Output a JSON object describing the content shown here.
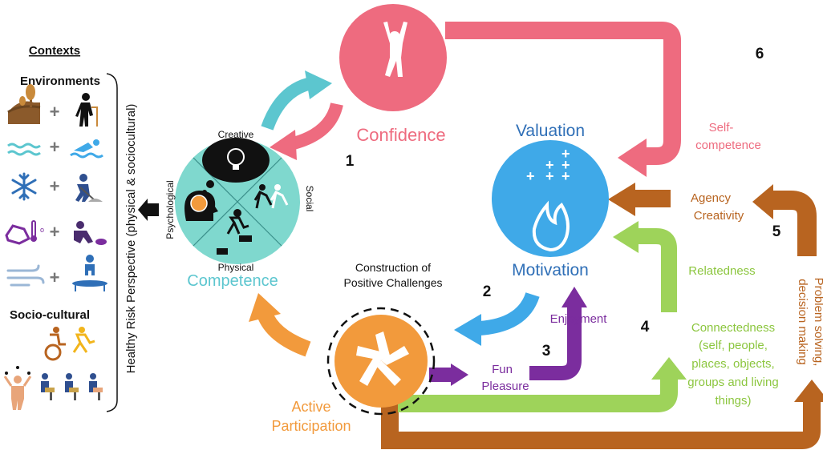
{
  "contexts": {
    "title": "Contexts",
    "environments_heading": "Environments",
    "sociocultural_heading": "Socio-cultural",
    "vertical_label": "Healthy Risk Perspective (physical & sociocultural)",
    "rows": [
      {
        "left_icon": "land-tree-icon",
        "right_icon": "elderly-walker-icon"
      },
      {
        "left_icon": "water-waves-icon",
        "right_icon": "swimmer-icon"
      },
      {
        "left_icon": "snowflake-icon",
        "right_icon": "shovelling-snow-icon"
      },
      {
        "left_icon": "terrain-thermometer-icon",
        "right_icon": "curling-icon"
      },
      {
        "left_icon": "wind-icon",
        "right_icon": "trampoline-icon"
      }
    ],
    "plus": "+",
    "sociocultural_icons": [
      "wheelchair-runner-icon",
      "juggler-icon",
      "seated-group-icon"
    ]
  },
  "competence": {
    "label": "Competence",
    "quadrants": {
      "top": "Creative",
      "right": "Social",
      "bottom": "Physical",
      "left": "Psychological"
    },
    "icons": [
      "lightbulb-thought-icon",
      "brain-head-icon",
      "running-people-icon",
      "stairs-runner-icon"
    ]
  },
  "confidence": {
    "label": "Confidence",
    "icon": "jumping-person-icon"
  },
  "motivation": {
    "top_label": "Valuation",
    "bottom_label": "Motivation",
    "icons": [
      "plus-signs-icon",
      "flame-icon"
    ]
  },
  "participation": {
    "label_line1": "Active",
    "label_line2": "Participation",
    "challenge_line1": "Construction of",
    "challenge_line2": "Positive Challenges",
    "icon": "joined-hands-icon"
  },
  "arrow_labels": {
    "fun": "Fun",
    "pleasure": "Pleasure",
    "enjoyment": "Enjoyment",
    "self_competence_1": "Self-",
    "self_competence_2": "competence",
    "agency": "Agency",
    "creativity": "Creativity",
    "relatedness": "Relatedness",
    "connectedness": [
      "Connectedness",
      "(self, people,",
      "places, objects,",
      "groups and living",
      "things)"
    ],
    "problem_solving_1": "Problem solving,",
    "problem_solving_2": "decision making"
  },
  "numbers": [
    "1",
    "2",
    "3",
    "4",
    "5",
    "6"
  ],
  "colors": {
    "confidence": "#EE6B7F",
    "competence": "#5CC6CF",
    "competence_fill": "#7FD8CE",
    "motivation": "#3FA9E8",
    "motivation_text": "#2F6FB7",
    "participation": "#F29A3C",
    "purple": "#7B2D9E",
    "green": "#9ED35A",
    "green_text": "#8CC63F",
    "brown": "#B86420",
    "brown_text": "#C16A25"
  }
}
